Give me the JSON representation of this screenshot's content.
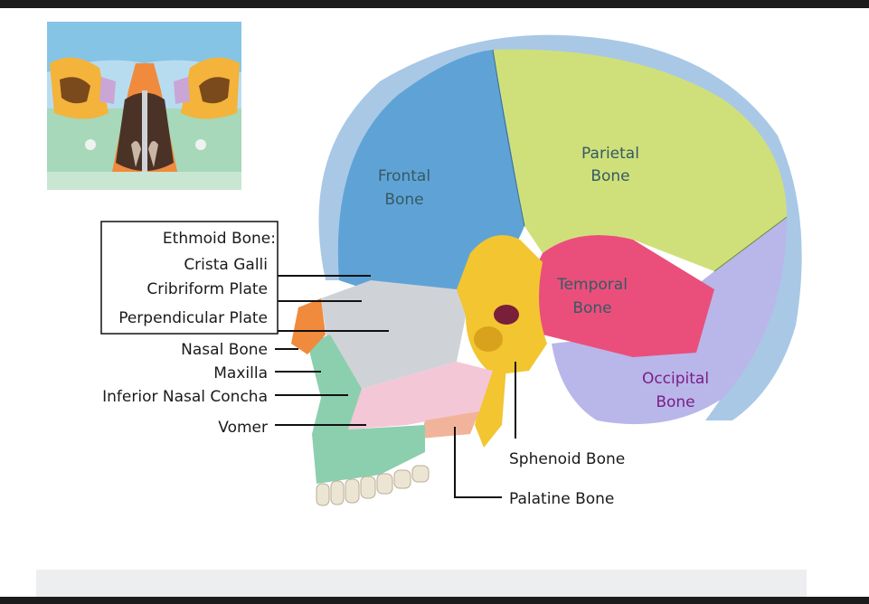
{
  "ethmoid_group": {
    "heading": "Ethmoid Bone:",
    "parts": [
      "Crista Galli",
      "Cribriform Plate",
      "Perpendicular Plate"
    ]
  },
  "left_labels": [
    "Nasal Bone",
    "Maxilla",
    "Inferior Nasal Concha",
    "Vomer"
  ],
  "bottom_labels": [
    "Sphenoid Bone",
    "Palatine Bone"
  ],
  "bone_labels": {
    "frontal": [
      "Frontal",
      "Bone"
    ],
    "parietal": [
      "Parietal",
      "Bone"
    ],
    "temporal": [
      "Temporal",
      "Bone"
    ],
    "occipital": [
      "Occipital",
      "Bone"
    ]
  },
  "colors": {
    "frontal": "#5fa3d6",
    "parietal": "#cfe07a",
    "temporal": "#ea4f7c",
    "occipital": "#b9b6ea",
    "sphenoid": "#f2c531",
    "ethmoid": "#cfd3d8",
    "vomer": "#f4c7d6",
    "maxilla": "#8ccfae",
    "nasal": "#f08a3c",
    "palatine": "#f1b49a",
    "border_dot": "#a9c8e6"
  }
}
